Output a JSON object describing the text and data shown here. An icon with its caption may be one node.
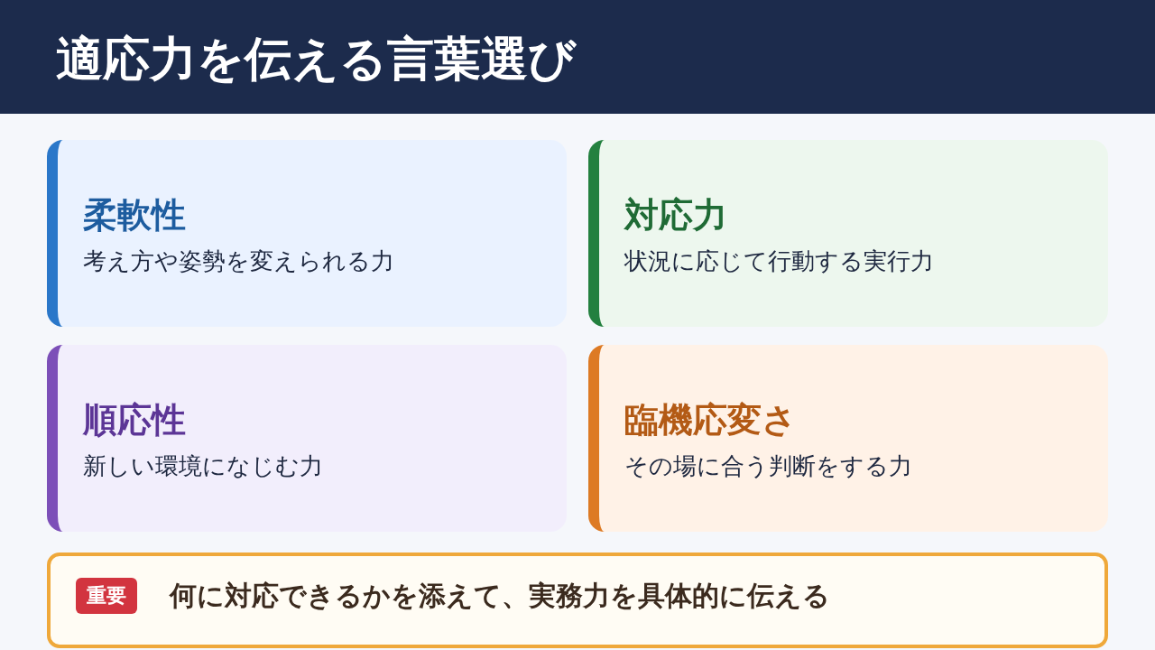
{
  "diagram": {
    "title": "適応力を伝える言葉選び",
    "nodes": [
      {
        "text": [
          "柔軟性",
          "考え方や姿勢を変えられる力"
        ]
      },
      {
        "text": [
          "対応力",
          "状況に応じて行動する実行力"
        ]
      },
      {
        "text": [
          "順応性",
          "新しい環境になじむ力"
        ]
      },
      {
        "text": [
          "臨機応変さ",
          "その場に合う判断をする力"
        ]
      },
      {
        "text": [
          "何に対応できるかを添えて、実務力を具体的に伝える"
        ]
      },
      {
        "text": [
          "重要"
        ],
        "in": 4
      }
    ],
    "edges": []
  }
}
